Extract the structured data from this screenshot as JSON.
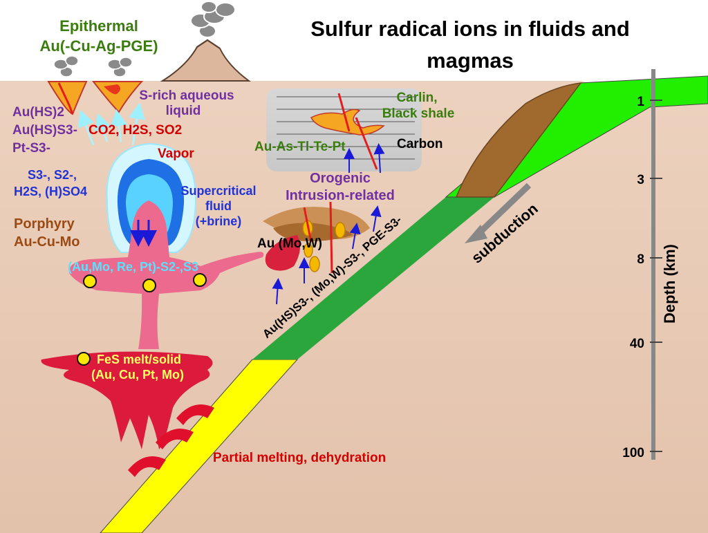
{
  "title_line1": "Sulfur radical ions in fluids and",
  "title_line2": "magmas",
  "epithermal_line1": "Epithermal",
  "epithermal_line2": "Au(-Cu-Ag-PGE)",
  "s_rich_line1": "S-rich aqueous",
  "s_rich_line2": "liquid",
  "au_hs2": "Au(HS)2",
  "au_hs_s3": "Au(HS)S3-",
  "pt_s3": "Pt-S3-",
  "gases": "CO2, H2S, SO2",
  "vapor": "Vapor",
  "s_species_line1": "S3-, S2-,",
  "s_species_line2": "H2S, (H)SO4",
  "supercritical_line1": "Supercritical",
  "supercritical_line2": "fluid",
  "supercritical_line3": "(+brine)",
  "porphyry_line1": "Porphyry",
  "porphyry_line2": "Au-Cu-Mo",
  "magma_metals": "(Au,Mo, Re, Pt)-S2-,S3",
  "fes_line1": "FeS melt/solid",
  "fes_line2": "(Au, Cu, Pt, Mo)",
  "partial_melting": "Partial melting, dehydration",
  "carlin_line1": "Carlin,",
  "carlin_line2": "Black shale",
  "carbon": "Carbon",
  "au_as_tl": "Au-As-Tl-Te-Pt",
  "orogenic_line1": "Orogenic",
  "orogenic_line2": "Intrusion-related",
  "au_mo_w": "Au (Mo,W)",
  "slab_species": "Au(HS)S3-, (Mo,W)-S3-, PGE-S3-",
  "subduction": "subduction",
  "depth_label": "Depth (km)",
  "depth_ticks": [
    "1",
    "3",
    "8",
    "40",
    "100"
  ],
  "colors": {
    "crust": "#e8cab4",
    "slab_green": "#2ba63c",
    "slab_bright_green": "#22ee00",
    "slab_yellow": "#ffff00",
    "magma": "#e05a80",
    "melt_red": "#dc1a3c",
    "fluid_cyan": "#cdf4ff",
    "fluid_blue": "#1e6fe0"
  },
  "icons": [
    "volcano-icon",
    "smoke-plume-icon",
    "up-arrow-icon",
    "subduction-arrow-icon"
  ]
}
